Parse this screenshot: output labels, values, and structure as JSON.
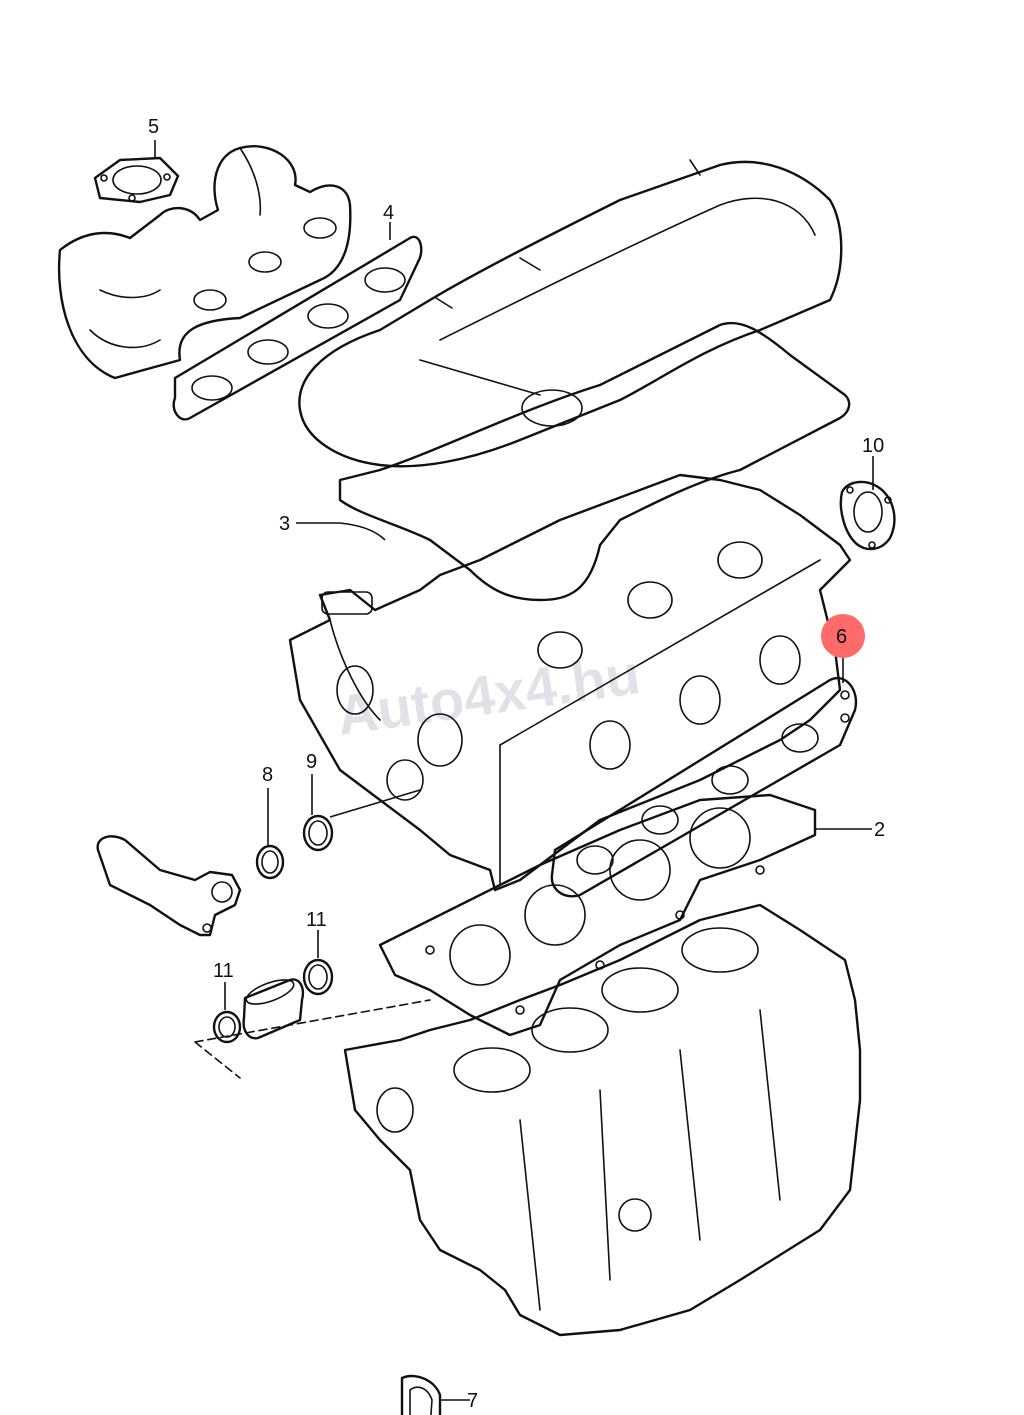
{
  "watermark": {
    "text": "Auto4x4.hu"
  },
  "highlight_color": "#ff6b6b",
  "callouts": [
    {
      "id": "c5",
      "label": "5"
    },
    {
      "id": "c4",
      "label": "4"
    },
    {
      "id": "c3",
      "label": "3"
    },
    {
      "id": "c10",
      "label": "10"
    },
    {
      "id": "c6",
      "label": "6",
      "highlighted": true
    },
    {
      "id": "c2",
      "label": "2"
    },
    {
      "id": "c8",
      "label": "8"
    },
    {
      "id": "c9",
      "label": "9"
    },
    {
      "id": "c11a",
      "label": "11"
    },
    {
      "id": "c11b",
      "label": "11"
    },
    {
      "id": "c7",
      "label": "7"
    }
  ]
}
